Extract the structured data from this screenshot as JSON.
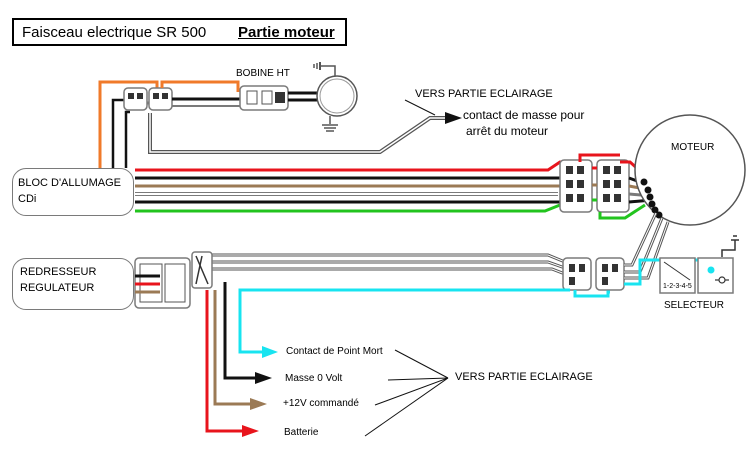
{
  "title": {
    "main": "Faisceau electrique SR 500",
    "sub": "Partie moteur"
  },
  "labels": {
    "bobine": "BOBINE HT",
    "vers_eclairage_top": "VERS PARTIE ECLAIRAGE",
    "contact_masse_1": "contact de masse pour",
    "contact_masse_2": "arrêt du moteur",
    "moteur": "MOTEUR",
    "bloc_1": "BLOC D'ALLUMAGE",
    "bloc_2": "CDi",
    "redresseur_1": "REDRESSEUR",
    "redresseur_2": "REGULATEUR",
    "selecteur": "SELECTEUR",
    "selecteur_gears": "1-2-3-4-5",
    "point_mort": "Contact de Point Mort",
    "masse": "Masse 0 Volt",
    "plus12": "+12V commandé",
    "batterie": "Batterie",
    "vers_eclairage_bottom": "VERS PARTIE ECLAIRAGE"
  },
  "colors": {
    "wire_red": "#e8141c",
    "wire_orange": "#f07a2a",
    "wire_brown": "#9b7a55",
    "wire_green": "#22c41e",
    "wire_cyan": "#18e4f0",
    "wire_white": "#ffffff",
    "wire_black": "#111111",
    "outline_gray": "#7a7a7a"
  }
}
